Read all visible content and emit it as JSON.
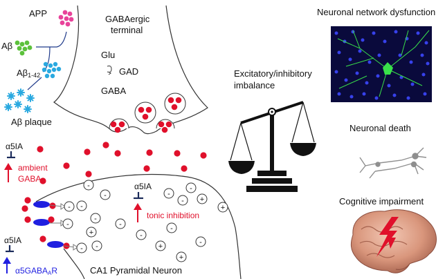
{
  "labels": {
    "app": "APP",
    "abeta": "Aβ",
    "abeta142_main": "Aβ",
    "abeta142_sub": "1-42",
    "plaque": "Aβ plaque",
    "gabaergic_line1": "GABAergic",
    "gabaergic_line2": "terminal",
    "glu": "Glu",
    "gad": "GAD",
    "gaba": "GABA",
    "alpha5ia_top": "α5IA",
    "ambient_line1": "ambient",
    "ambient_line2": "GABA",
    "alpha5ia_bottom": "α5IA",
    "receptor_main": "α5GABA",
    "receptor_sub": "A",
    "receptor_end": "R",
    "alpha5ia_center": "α5IA",
    "tonic": "tonic inhibition",
    "neuron": "CA1 Pyramidal Neuron",
    "imbalance_line1": "Excitatory/inhibitory",
    "imbalance_line2": "imbalance",
    "network": "Neuronal network dysfunction",
    "death": "Neuronal death",
    "cognitive": "Cognitive impairment",
    "minus": "-",
    "plus": "+"
  },
  "colors": {
    "app": "#e8439a",
    "abeta": "#5cc13c",
    "abeta142": "#2aa9e0",
    "vesicle_dot": "#e0102b",
    "receptor": "#1f1fe0",
    "inhibition_red": "#e0102b",
    "receptor_text": "#1f1fe0",
    "arrow_blue": "#1f1fe0"
  }
}
